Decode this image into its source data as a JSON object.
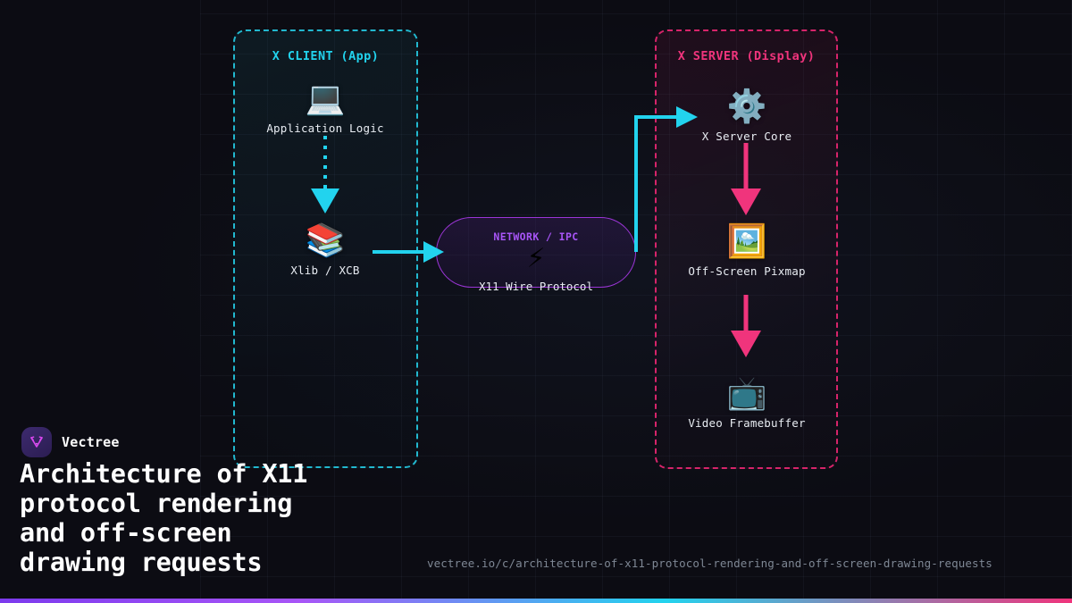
{
  "theme": {
    "background": "#0c0c13",
    "cyan": "#22d3ee",
    "pink": "#f0347c",
    "purple": "#a855f7",
    "text": "#e8ecf2"
  },
  "client_panel": {
    "title": "X CLIENT (App)",
    "accent": "#22d3ee",
    "nodes": [
      {
        "icon": "laptop-icon",
        "glyph": "💻",
        "label": "Application Logic"
      },
      {
        "icon": "books-icon",
        "glyph": "📚",
        "label": "Xlib / XCB"
      }
    ]
  },
  "server_panel": {
    "title": "X SERVER (Display)",
    "accent": "#f0347c",
    "nodes": [
      {
        "icon": "gear-icon",
        "glyph": "⚙️",
        "label": "X Server Core"
      },
      {
        "icon": "framed-picture-icon",
        "glyph": "🖼️",
        "label": "Off-Screen Pixmap"
      },
      {
        "icon": "television-icon",
        "glyph": "📺",
        "label": "Video Framebuffer"
      }
    ]
  },
  "wire_protocol": {
    "sub_label": "NETWORK / IPC",
    "icon": "lightning-bolt-icon",
    "glyph": "⚡",
    "label": "X11 Wire Protocol",
    "accent": "#a855f7"
  },
  "connectors": [
    {
      "name": "app-to-xlib",
      "style": "dotted",
      "color": "#22d3ee"
    },
    {
      "name": "xlib-to-wire",
      "style": "solid",
      "color": "#22d3ee"
    },
    {
      "name": "wire-to-server-core",
      "style": "elbow",
      "color": "#22d3ee"
    },
    {
      "name": "core-to-pixmap",
      "style": "solid",
      "color": "#f0347c"
    },
    {
      "name": "pixmap-to-framebuffer",
      "style": "solid",
      "color": "#f0347c"
    }
  ],
  "footer": {
    "brand_name": "Vectree",
    "headline": "Architecture of X11\nprotocol rendering\nand off-screen\ndrawing requests",
    "url": "vectree.io/c/architecture-of-x11-protocol-rendering-and-off-screen-drawing-requests"
  }
}
